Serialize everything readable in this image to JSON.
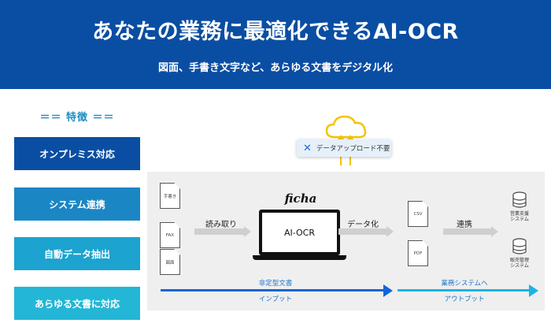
{
  "header": {
    "title": "あなたの業務に最適化できるAI-OCR",
    "subtitle": "図面、手書き文字など、あらゆる文書をデジタル化"
  },
  "features": {
    "heading": "＝＝ 特徴 ＝＝",
    "items": [
      {
        "label": "オンプレミス対応",
        "color": "#0a4ea3"
      },
      {
        "label": "システム連携",
        "color": "#1b86c4"
      },
      {
        "label": "自動データ抽出",
        "color": "#1ca3cf"
      },
      {
        "label": "あらゆる文書に対応",
        "color": "#23b6d6"
      }
    ]
  },
  "diagram": {
    "no_upload_label": "データアップロード不要",
    "input_docs": [
      "手書き",
      "FAX",
      "図面"
    ],
    "step_read": "読み取り",
    "brand": "ficha",
    "engine": "AI-OCR",
    "step_data": "データ化",
    "output_docs": [
      "CSV",
      "PDF"
    ],
    "step_link": "連携",
    "systems": [
      "営業支援\nシステム",
      "販売管理\nシステム"
    ],
    "flow_left_top": "非定型文書",
    "flow_left_bottom": "インプット",
    "flow_right_top": "業務システムへ",
    "flow_right_bottom": "アウトプット",
    "colors": {
      "blue_dark": "#1565d8",
      "blue_light": "#1fb3e3",
      "flow_text": "#1d74c9"
    }
  }
}
